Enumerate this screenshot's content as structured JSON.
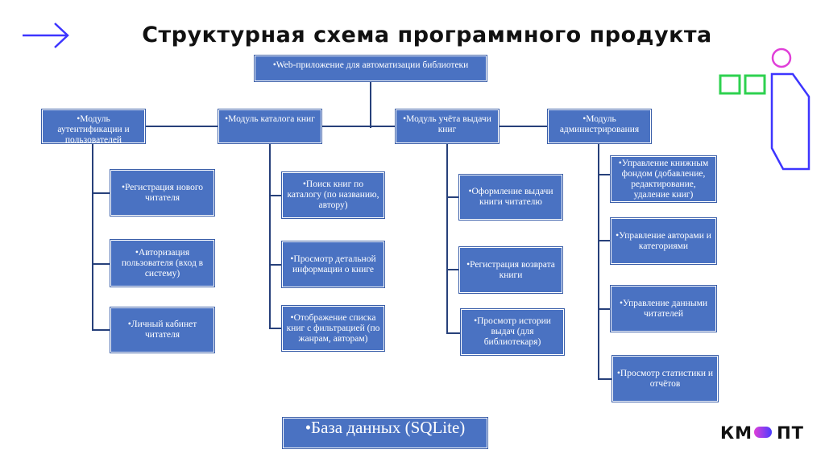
{
  "title": "Структурная схема программного продукта",
  "root": "•Web-приложение для автоматизации библиотеки",
  "modules": [
    {
      "label": "•Модуль аутентификации и пользователей",
      "items": [
        "•Регистрация нового читателя",
        "•Авторизация пользователя (вход в систему)",
        "•Личный кабинет читателя"
      ]
    },
    {
      "label": "•Модуль каталога книг",
      "items": [
        "•Поиск книг по каталогу (по названию, автору)",
        "•Просмотр детальной информации о книге",
        "•Отображение списка книг с фильтрацией (по жанрам, авторам)"
      ]
    },
    {
      "label": "•Модуль учёта выдачи книг",
      "items": [
        "•Оформление выдачи книги читателю",
        "•Регистрация возврата книги",
        "•Просмотр истории выдач (для библиотекаря)"
      ]
    },
    {
      "label": "•Модуль администрирования",
      "items": [
        "•Управление книжным фондом (добавление, редактирование, удаление книг)",
        "•Управление авторами и категориями",
        "•Управление данными читателей",
        "•Просмотр статистики и отчётов"
      ]
    }
  ],
  "database": "•База данных (SQLite)",
  "logo": {
    "left": "КМ",
    "right": "ПТ"
  },
  "colors": {
    "box": "#4a72c2",
    "line": "#27407a",
    "accent_blue": "#3d35ff",
    "accent_green": "#2ed14f",
    "accent_pink": "#e03fd8"
  },
  "icons": [
    "arrow-right-icon",
    "circle-icon",
    "square-icon",
    "phone-outline-icon"
  ]
}
